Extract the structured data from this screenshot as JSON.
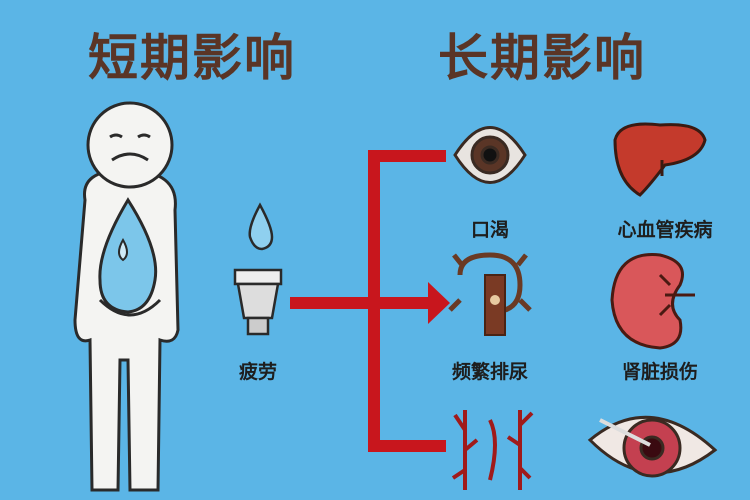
{
  "short_term": {
    "title": "短期影响",
    "items": [
      {
        "label": "疲劳",
        "icon": "water-drop-cup-icon"
      }
    ]
  },
  "long_term": {
    "title": "长期影响",
    "items": [
      {
        "label": "口渴",
        "icon": "eye-icon"
      },
      {
        "label": "心血管疾病",
        "icon": "liver-icon"
      },
      {
        "label": "频繁排尿",
        "icon": "bladder-icon"
      },
      {
        "label": "肾脏损伤",
        "icon": "kidney-icon"
      }
    ]
  },
  "colors": {
    "background": "#5bb5e6",
    "title": "#5a3526",
    "arrow": "#c8161d"
  }
}
